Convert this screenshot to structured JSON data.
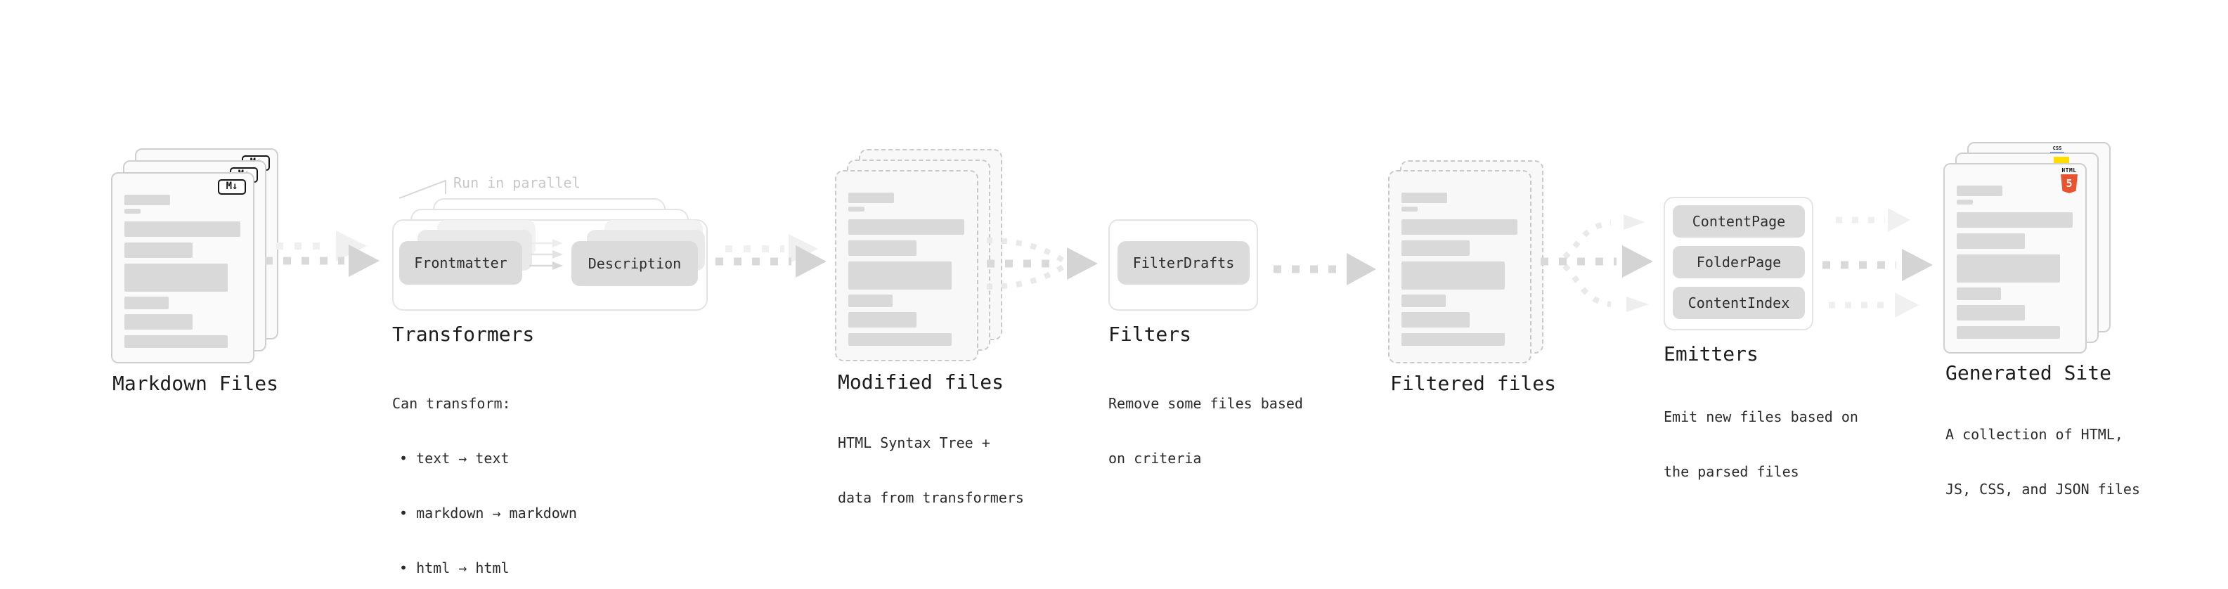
{
  "colors": {
    "arrow_front": "#d9d9d9",
    "arrow_light": "#efefef",
    "placeholder_bar": "#d9d9d9",
    "box_fill": "#dbdbdb",
    "card_fill": "#fafafa",
    "html5_orange": "#e8542f",
    "js_yellow": "#ffdd00",
    "css_blue": "#2d6ae3"
  },
  "stages": {
    "markdown_files": {
      "label": "Markdown Files",
      "icon": "M↓"
    },
    "transformers": {
      "label": "Transformers",
      "annotation": "Run in parallel",
      "box_left": "Frontmatter",
      "box_right": "Description",
      "caption_title": "Can transform:",
      "bullets": [
        "• text → text",
        "• markdown → markdown",
        "• html → html"
      ]
    },
    "modified_files": {
      "label": "Modified files",
      "caption": [
        "HTML Syntax Tree +",
        "data from transformers"
      ]
    },
    "filters": {
      "label": "Filters",
      "box": "FilterDrafts",
      "caption": [
        "Remove some files based",
        "on criteria"
      ]
    },
    "filtered_files": {
      "label": "Filtered files"
    },
    "emitters": {
      "label": "Emitters",
      "boxes": [
        "ContentPage",
        "FolderPage",
        "ContentIndex"
      ],
      "caption": [
        "Emit new files based on",
        "the parsed files"
      ]
    },
    "generated_site": {
      "label": "Generated Site",
      "caption": [
        "A collection of HTML,",
        "JS, CSS, and JSON files"
      ],
      "badges": {
        "html_label": "HTML",
        "html_number": "5",
        "css": "CSS"
      }
    }
  }
}
